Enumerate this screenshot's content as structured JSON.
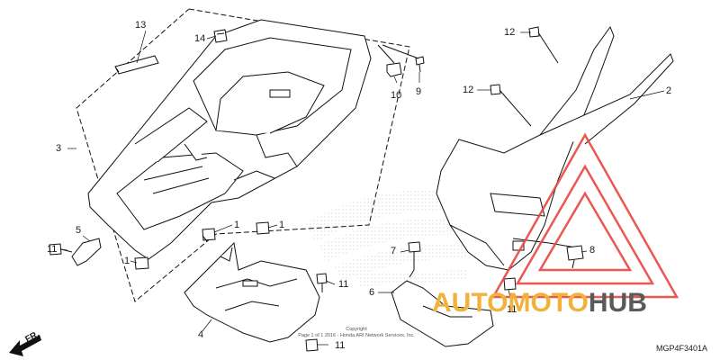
{
  "diagram": {
    "title": "",
    "code": "MGP4F3401A",
    "direction_label": "FR.",
    "copyright_text": "Copyright\nPage 1 of 1 2016 - Honda ARI Network Services, Inc.",
    "callouts": [
      "1",
      "1",
      "1",
      "1",
      "2",
      "3",
      "4",
      "5",
      "6",
      "7",
      "8",
      "9",
      "10",
      "11",
      "11",
      "11",
      "11",
      "12",
      "12",
      "13",
      "14"
    ]
  },
  "watermark": {
    "part1": "AUTOMOTO",
    "part2": "HUB",
    "accent_color": "#f0b23a",
    "triangle_color": "#e8463f",
    "dark_color": "#5a5a5a"
  }
}
